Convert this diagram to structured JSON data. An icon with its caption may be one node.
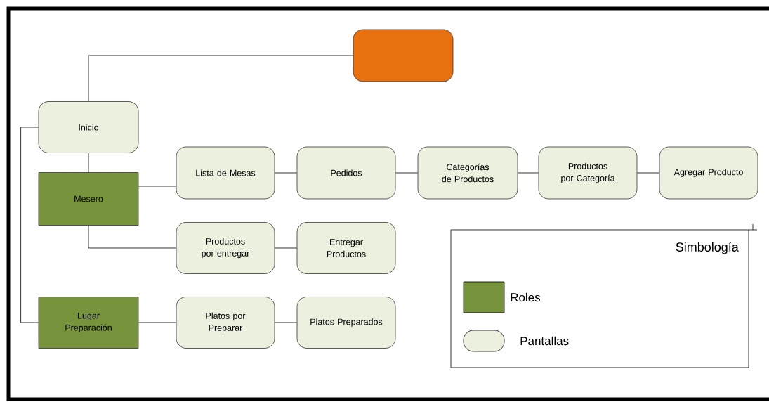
{
  "diagram": {
    "nodes": [
      {
        "text": [],
        "shape": "box"
      },
      {
        "text": [
          "Inicio"
        ]
      },
      {
        "text": [
          "Mesero"
        ]
      },
      {
        "text": [
          "Lista de Mesas"
        ]
      },
      {
        "text": [
          "Pedidos"
        ]
      },
      {
        "text": [
          "Categorías de Productos"
        ]
      },
      {
        "text": [
          "Productos por Categoría"
        ]
      },
      {
        "text": [
          "Agregar Producto"
        ]
      },
      {
        "text": [
          "Productos por entregar"
        ]
      },
      {
        "text": [
          "Entregar Productos"
        ]
      },
      {
        "text": [
          "Lugar Preparación"
        ]
      },
      {
        "text": [
          "Platos por Preparar"
        ]
      },
      {
        "text": [
          "Platos Preparados"
        ]
      }
    ],
    "edges": [
      {
        "from": 0,
        "to": 1,
        "arrow": "none"
      },
      {
        "from": 1,
        "to": 2,
        "arrow": "none"
      },
      {
        "from": 1,
        "to": 10,
        "arrow": "none"
      },
      {
        "from": 2,
        "to": 3,
        "arrow": "none"
      },
      {
        "from": 3,
        "to": 4,
        "arrow": "none"
      },
      {
        "from": 4,
        "to": 5,
        "arrow": "none"
      },
      {
        "from": 5,
        "to": 6,
        "arrow": "none"
      },
      {
        "from": 6,
        "to": 7,
        "arrow": "none"
      },
      {
        "from": 2,
        "to": 8,
        "arrow": "none"
      },
      {
        "from": 8,
        "to": 9,
        "arrow": "none"
      },
      {
        "from": 10,
        "to": 11,
        "arrow": "none"
      },
      {
        "from": 11,
        "to": 12,
        "arrow": "none"
      }
    ],
    "labels": [
      "Simbología"
    ],
    "legend": [
      {
        "text": "Roles",
        "color": "#77933c"
      },
      {
        "text": "Pantallas",
        "color": "#ebf1de"
      }
    ]
  }
}
